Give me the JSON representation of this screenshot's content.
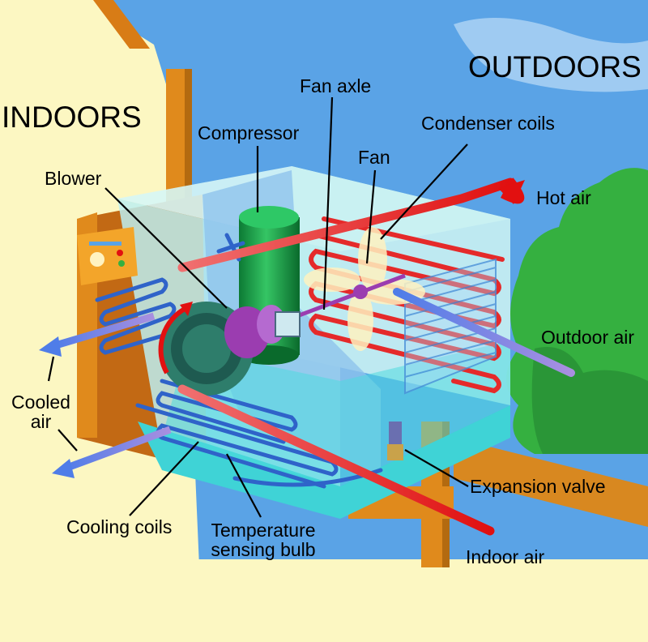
{
  "regions": {
    "indoors": "INDOORS",
    "outdoors": "OUTDOORS"
  },
  "labels": {
    "fan_axle": "Fan axle",
    "compressor": "Compressor",
    "condenser_coils": "Condenser coils",
    "fan": "Fan",
    "blower": "Blower",
    "hot_air": "Hot air",
    "outdoor_air": "Outdoor air",
    "cooled_air_line1": "Cooled",
    "cooled_air_line2": "air",
    "expansion_valve": "Expansion valve",
    "cooling_coils": "Cooling coils",
    "temp_bulb_line1": "Temperature",
    "temp_bulb_line2": "sensing bulb",
    "indoor_air": "Indoor air"
  },
  "colors": {
    "sky": "#5aa3e6",
    "indoor_wall": "#fcf7c2",
    "wood": "#e08a1c",
    "unit_body": "#bdeef0",
    "water": "#3fd3d6",
    "condenser_coil": "#e52a2a",
    "cooling_coil": "#2f63c9",
    "compressor": "#1aa04a",
    "tree": "#35b040",
    "hot_air_arrow": "#e21010",
    "cool_air_arrow": "#5b86e8",
    "fan_blades": "#fff2c0",
    "motor": "#9b3db0"
  }
}
